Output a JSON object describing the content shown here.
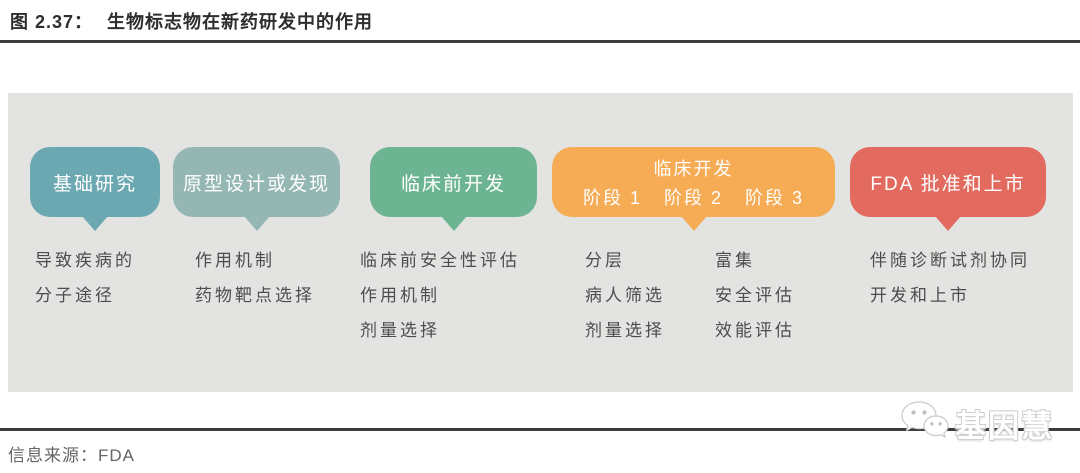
{
  "header": {
    "figure_label": "图 2.37：",
    "title": "生物标志物在新药研发中的作用"
  },
  "colors": {
    "panel_bg": "#e3e3e1",
    "rule": "#3c3c3c",
    "bubble_text": "#ffffff"
  },
  "stages": [
    {
      "label": "基础研究",
      "color": "#6ca8b2",
      "items": [
        "导致疾病的",
        "分子途径"
      ]
    },
    {
      "label": "原型设计或发现",
      "color": "#95b7b3",
      "items": [
        "作用机制",
        "药物靶点选择"
      ]
    },
    {
      "label": "临床前开发",
      "color": "#6db592",
      "items": [
        "临床前安全性评估",
        "作用机制",
        "剂量选择"
      ]
    },
    {
      "label": "临床开发",
      "color": "#f6ab55",
      "phases": [
        "阶段 1",
        "阶段 2",
        "阶段 3"
      ],
      "sub_columns": [
        [
          "分层",
          "病人筛选",
          "剂量选择"
        ],
        [
          "富集",
          "安全评估",
          "效能评估"
        ]
      ]
    },
    {
      "label": "FDA 批准和上市",
      "color": "#e26a5e",
      "items": [
        "伴随诊断试剂协同",
        "开发和上市"
      ]
    }
  ],
  "footer": {
    "source": "信息来源：FDA",
    "logo_text": "基因慧",
    "logo_icon": "wechat-icon"
  }
}
